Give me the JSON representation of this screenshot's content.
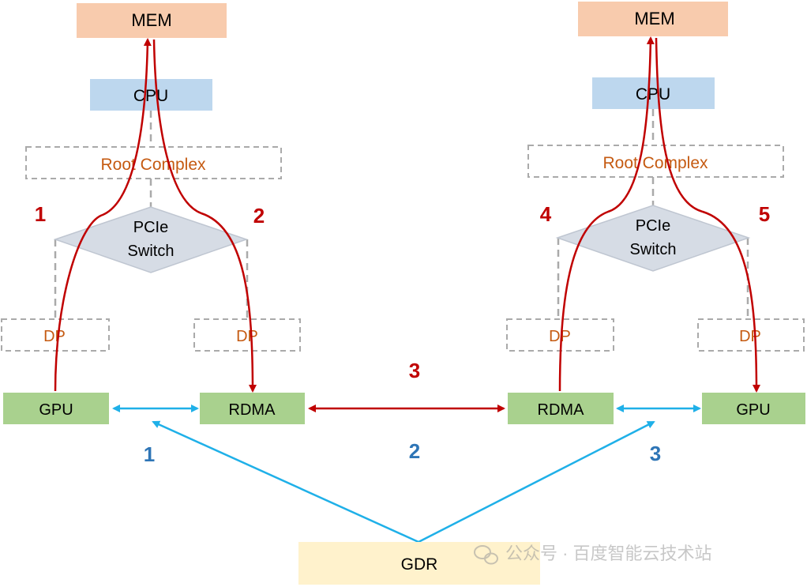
{
  "left": {
    "mem": "MEM",
    "cpu": "CPU",
    "root_complex": "Root Complex",
    "pcie_switch": [
      "PCIe",
      "Switch"
    ],
    "dp_left": "DP",
    "dp_right": "DP",
    "gpu": "GPU",
    "rdma": "RDMA"
  },
  "right": {
    "mem": "MEM",
    "cpu": "CPU",
    "root_complex": "Root Complex",
    "pcie_switch": [
      "PCIe",
      "Switch"
    ],
    "dp_left": "DP",
    "dp_right": "DP",
    "rdma": "RDMA",
    "gpu": "GPU"
  },
  "gdr": "GDR",
  "red_steps": [
    "1",
    "2",
    "3",
    "4",
    "5"
  ],
  "blue_steps": [
    "1",
    "2",
    "3"
  ],
  "watermark": "公众号 · 百度智能云技术站",
  "colors": {
    "mem_fill": "#f8cbad",
    "cpu_fill": "#bdd7ee",
    "node_fill": "#a9d18e",
    "gdr_fill": "#fff2cc",
    "switch_fill": "#d6dce5",
    "red_path": "#c00000",
    "blue_path": "#1fb0e8",
    "orange_text": "#c55a11",
    "blue_text": "#2e75b6",
    "dashed": "#aaaaaa"
  }
}
